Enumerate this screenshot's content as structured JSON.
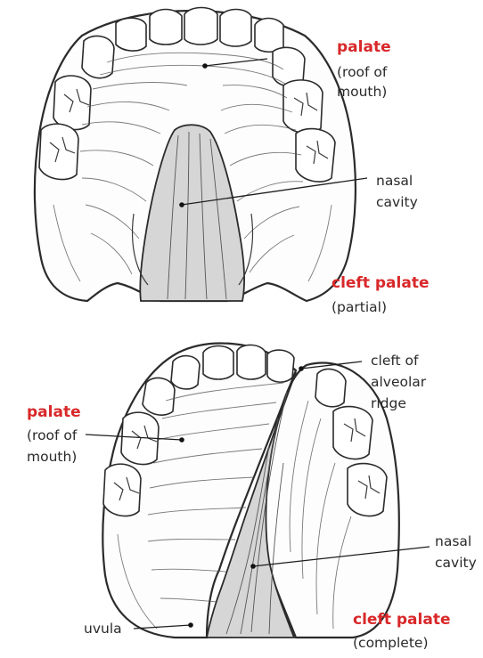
{
  "colors": {
    "accent": "#d8282a",
    "text": "#2a2a2a",
    "line": "#1e1e1e"
  },
  "top": {
    "palate_title": "palate",
    "palate_sub1": "(roof of",
    "palate_sub2": "mouth)",
    "nasal1": "nasal",
    "nasal2": "cavity",
    "cleft_title": "cleft palate",
    "cleft_sub": "(partial)"
  },
  "bottom": {
    "alveolar1": "cleft of",
    "alveolar2": "alveolar",
    "alveolar3": "ridge",
    "palate_title": "palate",
    "palate_sub1": "(roof of",
    "palate_sub2": "mouth)",
    "nasal1": "nasal",
    "nasal2": "cavity",
    "uvula": "uvula",
    "cleft_title": "cleft palate",
    "cleft_sub": "(complete)"
  }
}
